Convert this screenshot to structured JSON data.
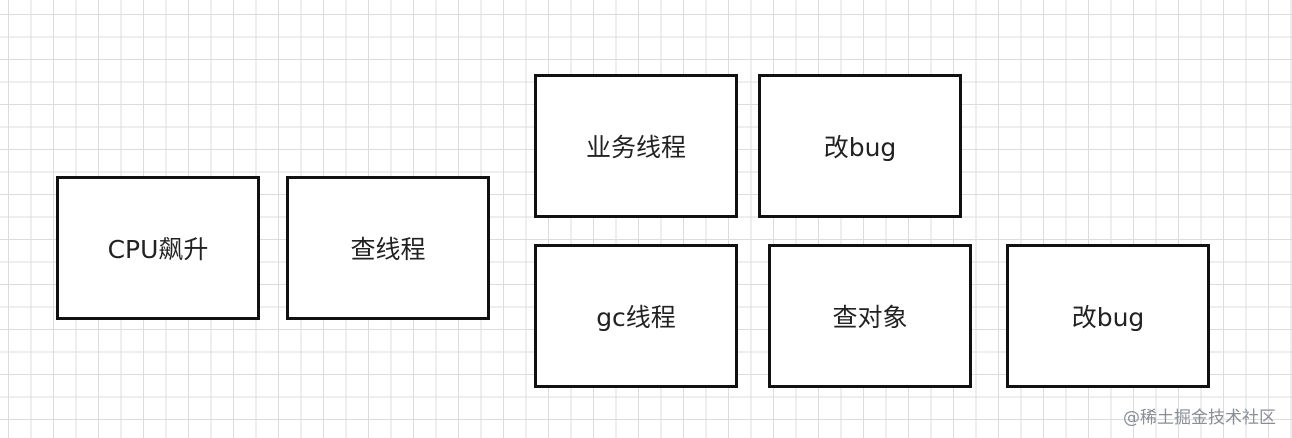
{
  "diagram": {
    "nodes": [
      {
        "id": "cpu",
        "label": "CPU飙升"
      },
      {
        "id": "check-thread",
        "label": "查线程"
      },
      {
        "id": "business-thread",
        "label": "业务线程"
      },
      {
        "id": "fix-bug-1",
        "label": "改bug"
      },
      {
        "id": "gc-thread",
        "label": "gc线程"
      },
      {
        "id": "check-object",
        "label": "查对象"
      },
      {
        "id": "fix-bug-2",
        "label": "改bug"
      }
    ]
  },
  "watermark": "@稀土掘金技术社区"
}
